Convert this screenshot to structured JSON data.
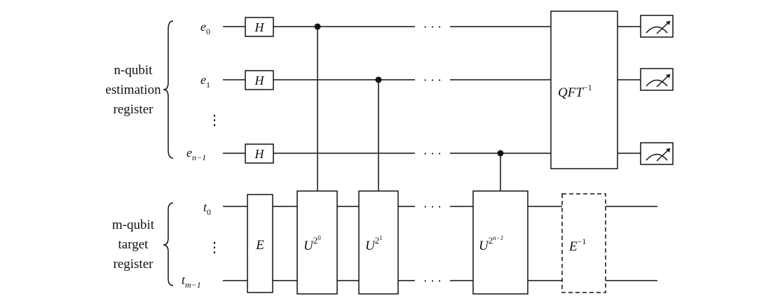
{
  "registers": {
    "estimation": {
      "label_lines": [
        "n-qubit",
        "estimation",
        "register"
      ],
      "qubits": [
        {
          "base": "e",
          "sub": "0"
        },
        {
          "base": "e",
          "sub": "1"
        },
        {
          "base": "e",
          "sub": "n−1"
        }
      ],
      "vdots": "⋮"
    },
    "target": {
      "label_lines": [
        "m-qubit",
        "target",
        "register"
      ],
      "qubits": [
        {
          "base": "t",
          "sub": "0"
        },
        {
          "base": "t",
          "sub": "m−1"
        }
      ],
      "vdots": "⋮"
    }
  },
  "gates": {
    "hadamard": "H",
    "encode": "E",
    "unitary_base": "U",
    "u_exponents": [
      {
        "base": "2",
        "exp": "0"
      },
      {
        "base": "2",
        "exp": "1"
      },
      {
        "base": "2",
        "exp": "n−1"
      }
    ],
    "qft": {
      "text": "QFT",
      "sup": "−1"
    },
    "decode": {
      "text": "E",
      "sup": "−1"
    }
  },
  "ellipsis": "· · ·",
  "measure_icon": "meter-icon"
}
